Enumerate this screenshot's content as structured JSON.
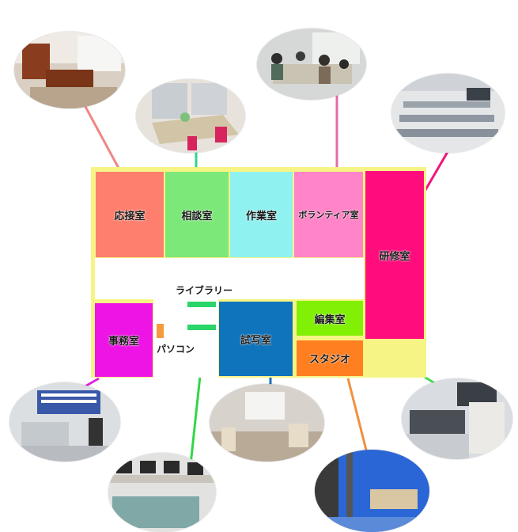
{
  "rooms": {
    "reception": {
      "label": "応接室",
      "color": "#ff7f6e"
    },
    "consultation": {
      "label": "相談室",
      "color": "#7de87a"
    },
    "work": {
      "label": "作業室",
      "color": "#8ff2f0"
    },
    "volunteer": {
      "label": "ボランティア室",
      "color": "#ff85c8"
    },
    "training": {
      "label": "研修室",
      "color": "#ff0d7d"
    },
    "office": {
      "label": "事務室",
      "color": "#ee14e5"
    },
    "preview": {
      "label": "試写室",
      "color": "#0f74bb"
    },
    "editing": {
      "label": "編集室",
      "color": "#81f005"
    },
    "studio": {
      "label": "スタジオ",
      "color": "#ff7f21"
    }
  },
  "labels": {
    "library": "ライブラリー",
    "pc": "パソコン"
  },
  "colors": {
    "floor_border": "#f7f486",
    "corridor": "#ffffff",
    "library_shelf": "#2ad56a",
    "pc_desk": "#f59a3f"
  }
}
